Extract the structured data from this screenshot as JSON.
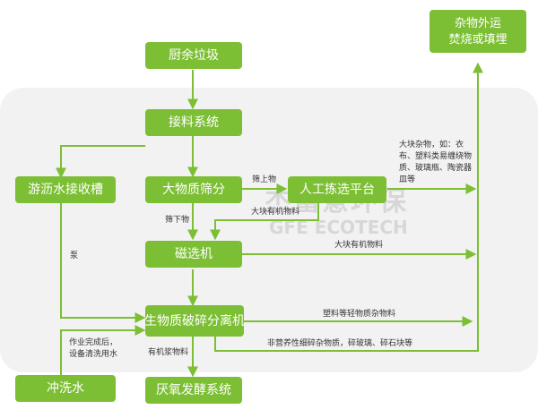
{
  "colors": {
    "box": "#7cbf34",
    "arrow": "#7cbf34",
    "panel": "#f2f2f2",
    "text": "#333333"
  },
  "boxes": {
    "kitchen_waste": "厨余垃圾",
    "receiving_system": "接料系统",
    "leachate_tank": "游沥水接收槽",
    "biomass_screening": "大物质筛分",
    "manual_sorting": "人工拣选平台",
    "magnetic_separation": "磁选机",
    "crusher_separator": "生物质破碎分离机",
    "flush_water": "冲洗水",
    "anaerobic_system": "厌氧发酵系统",
    "sundries_line1": "杂物外运",
    "sundries_line2": "焚烧或填埋"
  },
  "labels": {
    "oversize": "筛上物",
    "undersize": "筛下物",
    "pump": "泵",
    "large_organic_1": "大块有机物料",
    "large_organic_2": "大块有机物料",
    "large_sundries": [
      "大块杂物，如：衣",
      "布、塑料类易缠绕物",
      "质、玻璃瓶、陶瓷器",
      "皿等"
    ],
    "plastics": "塑料等轻物质杂物料",
    "non_nutritive": "非营养性细碎杂物质，碎玻璃、碎石块等",
    "organic_slurry": "有机浆物料",
    "after_work": [
      "作业完成后，",
      "设备清洗用水"
    ]
  },
  "watermark": {
    "logo": "杰富意环保",
    "text": "GFE ECOTECH"
  }
}
